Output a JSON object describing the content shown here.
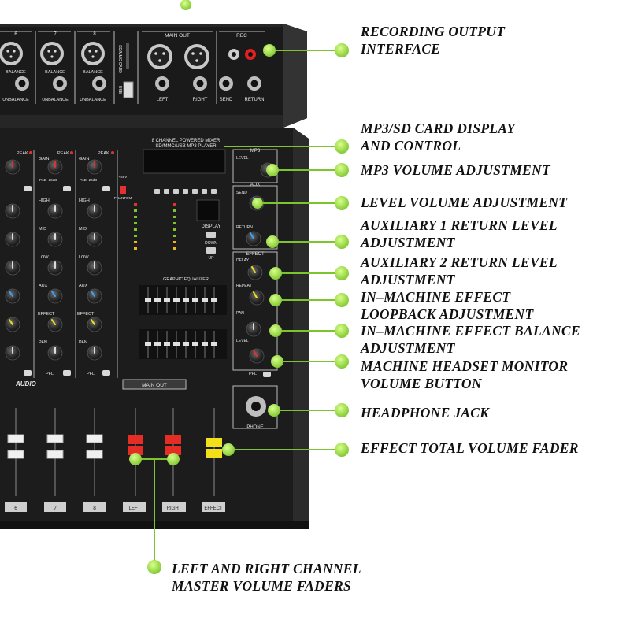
{
  "callouts": [
    {
      "id": "recording-output-interface",
      "lines": [
        "RECORDING OUTPUT",
        "INTERFACE"
      ]
    },
    {
      "id": "mp3-sd-card-display",
      "lines": [
        "MP3/SD CARD DISPLAY",
        "AND CONTROL"
      ]
    },
    {
      "id": "mp3-volume-adjustment",
      "lines": [
        "MP3 VOLUME ADJUSTMENT"
      ]
    },
    {
      "id": "level-volume-adjustment",
      "lines": [
        "LEVEL VOLUME ADJUSTMENT"
      ]
    },
    {
      "id": "aux1-return-level",
      "lines": [
        "AUXILIARY 1 RETURN LEVEL",
        "ADJUSTMENT"
      ]
    },
    {
      "id": "aux2-return-level",
      "lines": [
        "AUXILIARY 2 RETURN LEVEL",
        "ADJUSTMENT"
      ]
    },
    {
      "id": "effect-loopback",
      "lines": [
        "IN–MACHINE EFFECT",
        "LOOPBACK ADJUSTMENT"
      ]
    },
    {
      "id": "effect-balance",
      "lines": [
        "IN–MACHINE EFFECT BALANCE",
        "ADJUSTMENT"
      ]
    },
    {
      "id": "headset-monitor-volume",
      "lines": [
        "MACHINE HEADSET MONITOR",
        "VOLUME BUTTON"
      ]
    },
    {
      "id": "headphone-jack",
      "lines": [
        "HEADPHONE JACK"
      ]
    },
    {
      "id": "effect-total-fader",
      "lines": [
        "EFFECT TOTAL VOLUME FADER"
      ]
    },
    {
      "id": "master-faders",
      "lines": [
        "LEFT AND RIGHT CHANNEL",
        "MASTER VOLUME FADERS"
      ]
    }
  ],
  "panel": {
    "channels": [
      "6",
      "7",
      "8"
    ],
    "main_out_top": "MAIN OUT",
    "rec": "REC",
    "left": "LEFT",
    "right": "RIGHT",
    "send": "SEND",
    "return": "RETURN",
    "balance": "BALANCE",
    "unbalance": "UNBALANCE",
    "sd_card": "SD/MMC CARD",
    "usb": "USB",
    "mixer_title_1": "8 CHANNEL POWERED MIXER",
    "mixer_title_2": "SD/MMC/USB MP3 PLAYER",
    "mp3": "MP3",
    "aux": "AUX",
    "effect": "EFFECT",
    "phone": "PHONE",
    "graphic_eq": "GRAPHIC EQUALIZER",
    "main_out_fader": "MAIN OUT",
    "fader_left": "LEFT",
    "fader_right": "RIGHT",
    "fader_effect": "EFFECT",
    "display": "DISPLAY",
    "down": "DOWN",
    "up": "UP",
    "phantom": "PHANTOM",
    "plus48v": "+48V",
    "audio": "AUDIO",
    "strip_labels": [
      "GAIN",
      "HIGH",
      "MID",
      "LOW",
      "AUX",
      "EFFECT",
      "PAN",
      "PFL"
    ],
    "peak": "PEAK",
    "pad": "PAD -20dB",
    "level": "LEVEL",
    "send_knob": "SEND",
    "return_knob": "RETURN",
    "delay": "DELAY",
    "repeat": "REPEAT",
    "pan": "PAN",
    "pfl": "PFL"
  },
  "colors": {
    "accent": "#7dc52e",
    "panel": "#1c1c1c",
    "fader_red": "#e52d26",
    "fader_yellow": "#f2e01a"
  }
}
